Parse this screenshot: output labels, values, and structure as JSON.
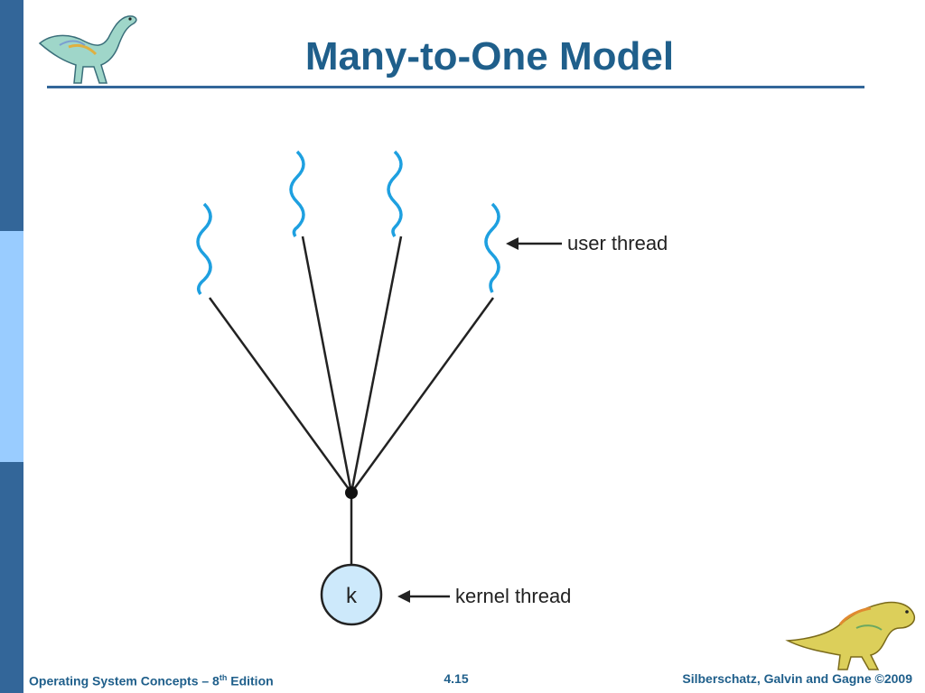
{
  "slide": {
    "title": "Many-to-One Model"
  },
  "diagram": {
    "user_thread_label": "user thread",
    "kernel_thread_label": "kernel thread",
    "kernel_node_label": "k"
  },
  "footer": {
    "book_prefix": "Operating System Concepts – 8",
    "book_sup": "th",
    "book_suffix": " Edition",
    "page_number": "4.15",
    "copyright": "Silberschatz, Galvin and Gagne ©2009"
  },
  "colors": {
    "sidebar_dark": "#336699",
    "sidebar_light": "#99ccff",
    "title": "#1f5f8b",
    "user_thread_wave": "#1ea0e0",
    "kernel_node_fill": "#cde9fb"
  },
  "icons": {
    "top_logo": "dinosaur-icon",
    "bottom_logo": "dinosaur-icon"
  }
}
